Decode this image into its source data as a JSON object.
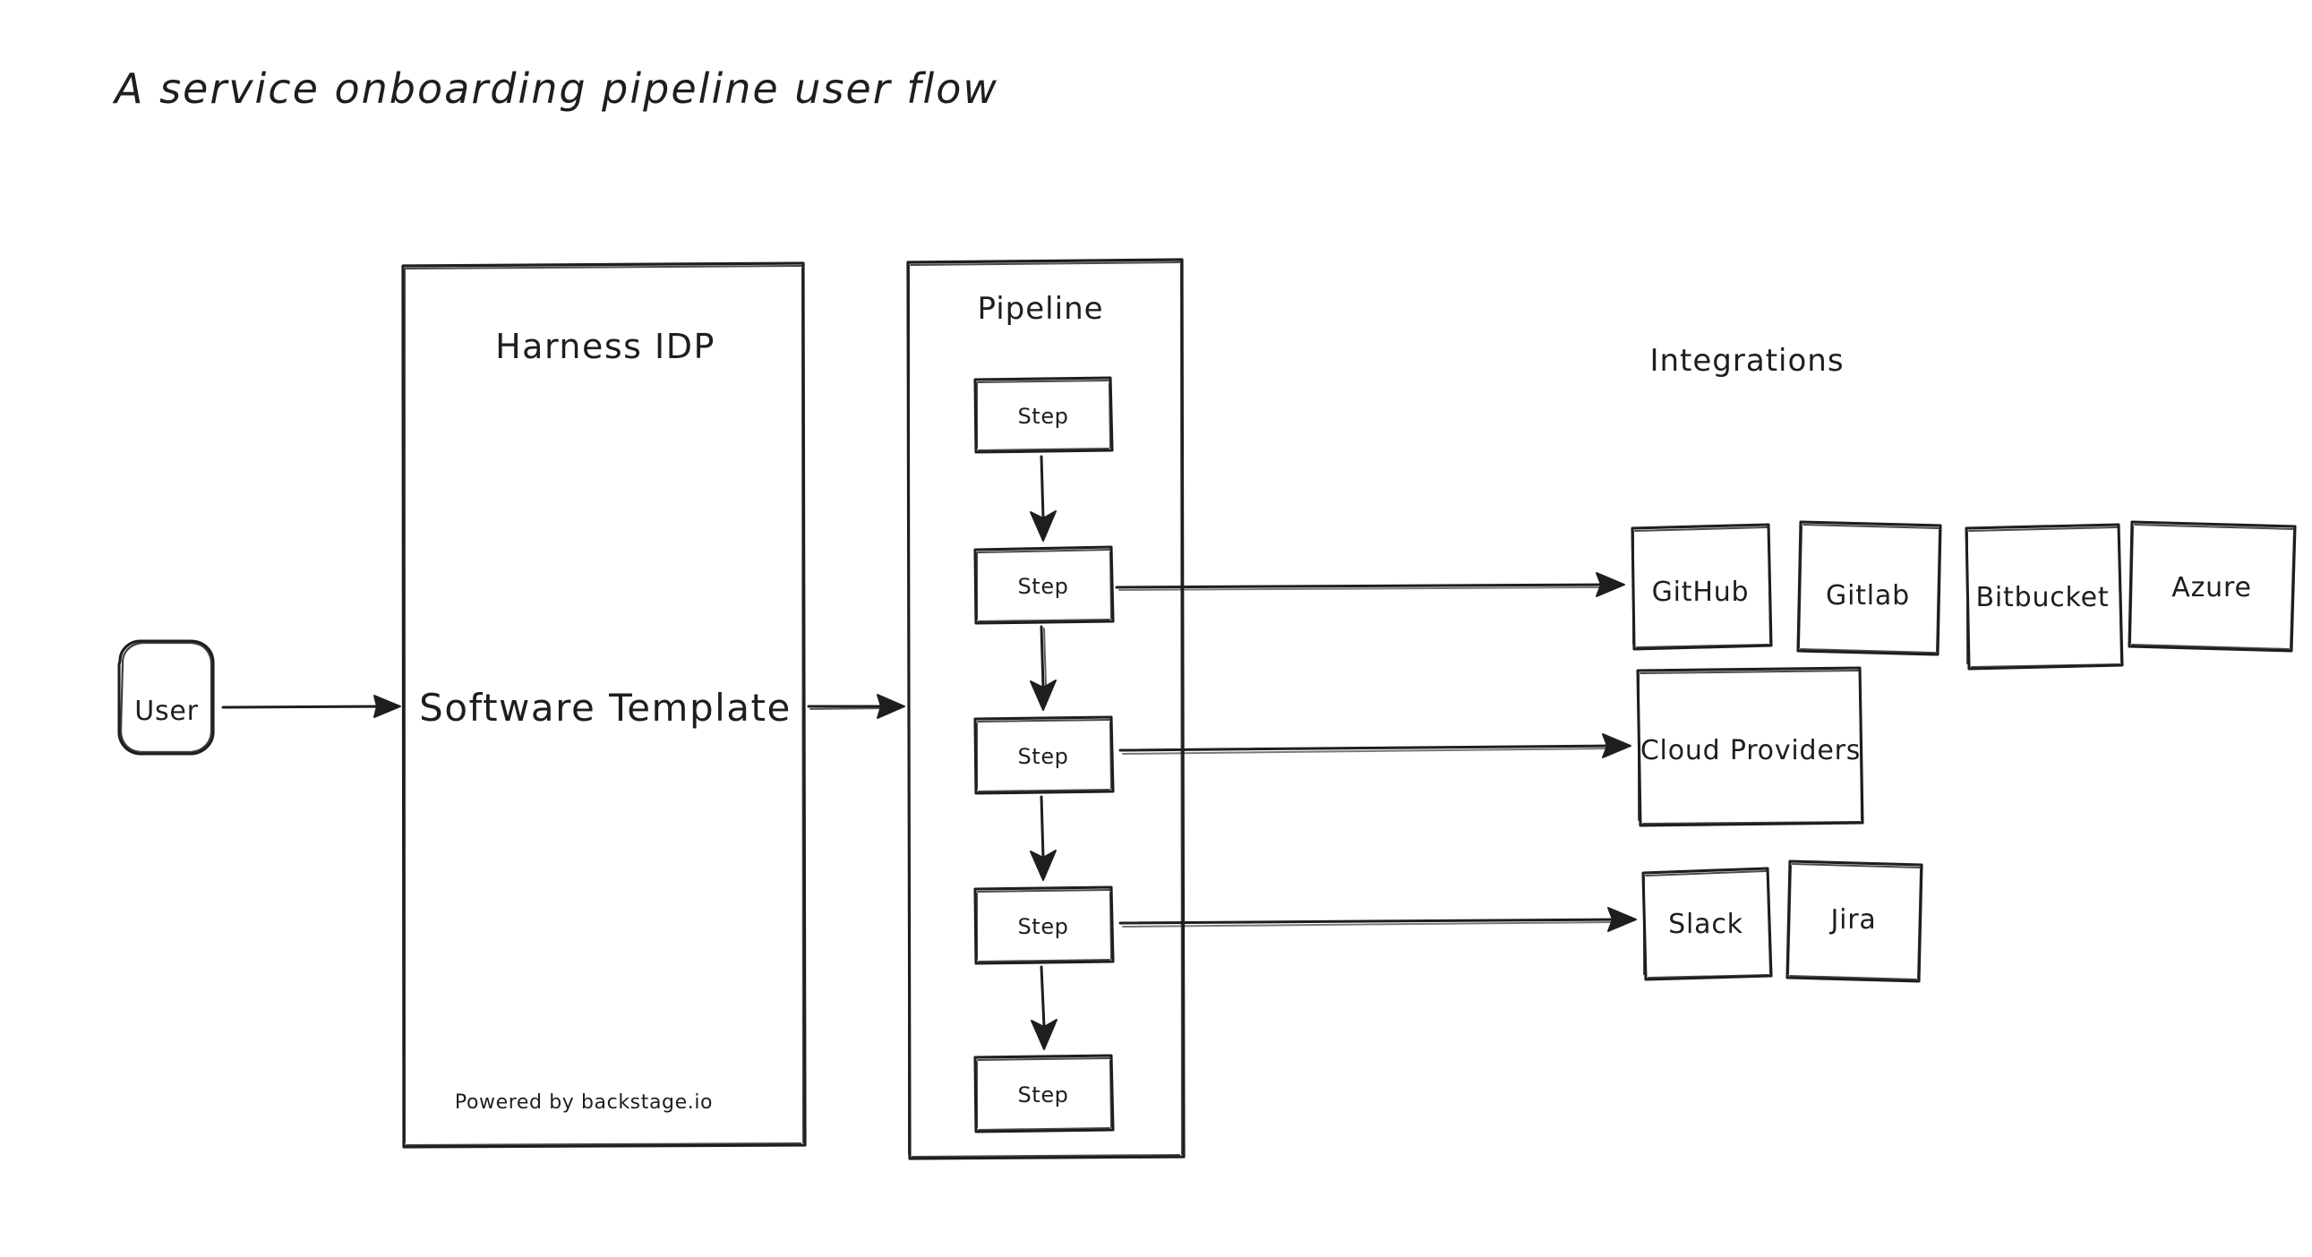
{
  "page": {
    "title": "A service onboarding pipeline user flow",
    "background_color": "#ffffff",
    "stroke_color": "#1e1e1e",
    "style": "hand-drawn sketch (excalidraw)"
  },
  "actor": {
    "label": "User"
  },
  "idp": {
    "title": "Harness IDP",
    "body_label": "Software Template",
    "footer": "Powered by backstage.io"
  },
  "pipeline": {
    "title": "Pipeline",
    "steps": [
      {
        "label": "Step"
      },
      {
        "label": "Step"
      },
      {
        "label": "Step"
      },
      {
        "label": "Step"
      },
      {
        "label": "Step"
      }
    ]
  },
  "integrations": {
    "title": "Integrations",
    "rows": [
      {
        "group": "source-control",
        "items": [
          {
            "label": "GitHub"
          },
          {
            "label": "Gitlab"
          },
          {
            "label": "Bitbucket"
          },
          {
            "label": "Azure"
          }
        ]
      },
      {
        "group": "cloud",
        "items": [
          {
            "label": "Cloud Providers"
          }
        ]
      },
      {
        "group": "collaboration",
        "items": [
          {
            "label": "Slack"
          },
          {
            "label": "Jira"
          }
        ]
      }
    ]
  },
  "connections": [
    {
      "from": "User",
      "to": "Harness IDP"
    },
    {
      "from": "Harness IDP",
      "to": "Pipeline"
    },
    {
      "from": "Step 1",
      "to": "Step 2"
    },
    {
      "from": "Step 2",
      "to": "Step 3"
    },
    {
      "from": "Step 3",
      "to": "Step 4"
    },
    {
      "from": "Step 4",
      "to": "Step 5"
    },
    {
      "from": "Step 2",
      "to": "GitHub"
    },
    {
      "from": "Step 3",
      "to": "Cloud Providers"
    },
    {
      "from": "Step 4",
      "to": "Slack"
    }
  ]
}
